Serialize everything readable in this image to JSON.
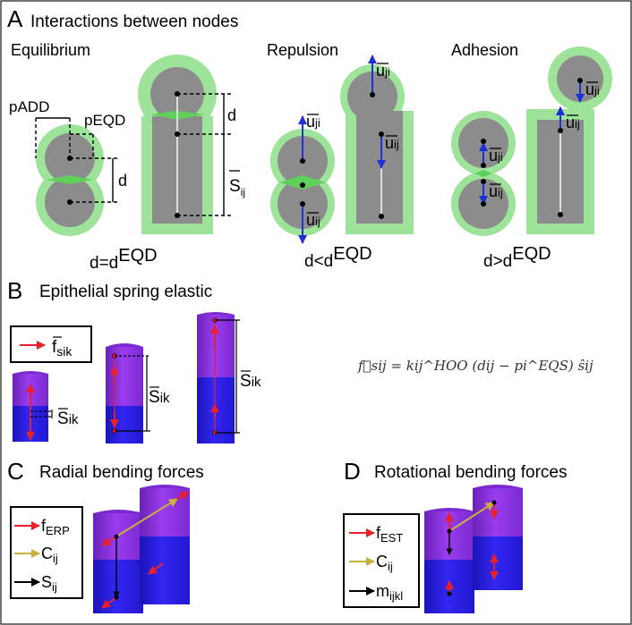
{
  "panelA": {
    "letter": "A",
    "title": "Interactions between nodes",
    "equilibrium": "Equilibrium",
    "repulsion": "Repulsion",
    "adhesion": "Adhesion",
    "padd": "pADD",
    "peqd": "pEQD",
    "d1": "d",
    "d2": "d",
    "s_ij": "S",
    "s_ij_sub": "ij",
    "u_ji": "u",
    "u_ji_sub": "ji",
    "u_ij": "u",
    "u_ij_sub": "ij",
    "cap_eq": "d=d",
    "cap_rep": "d<d",
    "cap_adh": "d>d",
    "eqd_sup": "EQD"
  },
  "panelB": {
    "letter": "B",
    "title": "Epithelial spring elastic",
    "legend_f": "f",
    "legend_f_sub": "sik",
    "s_ik": "S",
    "s_ik_sub": "ik",
    "equation": "f⃗sij = kij^HOO (dij − pi^EQS) ŝij"
  },
  "panelC": {
    "letter": "C",
    "title": "Radial bending forces",
    "legend_f": "f",
    "legend_f_sub": "ERP",
    "legend_c": "C",
    "legend_c_sub": "ij",
    "legend_s": "S",
    "legend_s_sub": "ij"
  },
  "panelD": {
    "letter": "D",
    "title": "Rotational bending forces",
    "legend_f": "f",
    "legend_f_sub": "EST",
    "legend_c": "C",
    "legend_c_sub": "ij",
    "legend_m": "m",
    "legend_m_sub": "ijkl"
  },
  "colors": {
    "node_gray": "#8c8c8c",
    "halo_green": "#9ee39a",
    "force_red": "#e8202a",
    "vector_blue": "#2030d8",
    "vector_yellow": "#c8b040",
    "cell_purple": "#8a2be2",
    "cell_blue": "#2a1fe8"
  }
}
